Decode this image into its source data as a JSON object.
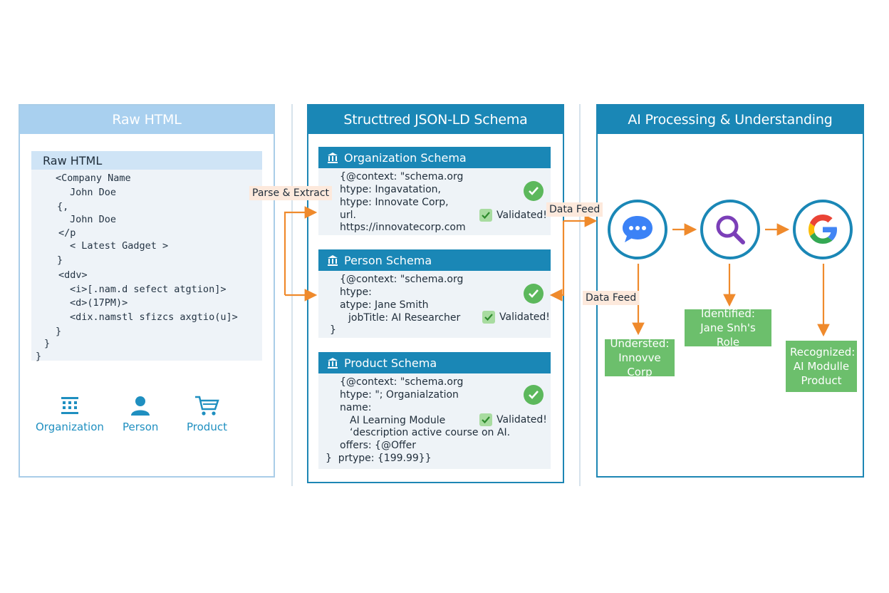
{
  "panels": {
    "raw": {
      "title": "Raw HTML"
    },
    "schema": {
      "title": "Structtred JSON-LD Schema"
    },
    "ai": {
      "title": "AI Processing & Understanding"
    }
  },
  "raw_code": {
    "title": "Raw HTML",
    "lines": [
      "<Company Name",
      "John Doe",
      "{,",
      "John Doe",
      "</p",
      "< Latest Gadget >",
      "}",
      "<ddv>",
      "<i>[.nam.d sefect atgtion]>",
      "<d>(17PM)>",
      "<dix.namstl sfizcs axgtio(u]>",
      "}",
      "}",
      "}"
    ]
  },
  "legend": [
    {
      "label": "Organization",
      "icon": "organization-icon"
    },
    {
      "label": "Person",
      "icon": "person-icon"
    },
    {
      "label": "Product",
      "icon": "cart-icon"
    }
  ],
  "cards": [
    {
      "title": "Organization Schema",
      "lines": [
        "{@context: \"schema.org",
        "htype: Ingavatation,",
        "htype: Innovate Corp,",
        "url.",
        "https://innovatecorp.com"
      ],
      "validated": "Validated!"
    },
    {
      "title": "Person Schema",
      "lines": [
        "{@context: \"schema.org",
        "htype:",
        "atype: Jane Smith",
        "jobTitle: AI Researcher",
        "}"
      ],
      "validated": "Validated!"
    },
    {
      "title": "Product Schema",
      "lines": [
        "{@context: \"schema.org",
        "htype: \"; Organialzation",
        "name:",
        "AI Learning Module",
        "‘description active course on AI.",
        "offers: {@Offer",
        "}  prtype: {199.99}}"
      ],
      "validated": "Validated!"
    }
  ],
  "flow_labels": {
    "parse": "Parse & Extract",
    "feed1": "Data Feed",
    "feed2": "Data Feed"
  },
  "ai_nodes": [
    {
      "icon": "chat-bubble-icon"
    },
    {
      "icon": "search-icon"
    },
    {
      "icon": "google-icon"
    }
  ],
  "results": [
    {
      "lines": [
        "Understed:",
        "Innovve Corp"
      ]
    },
    {
      "lines": [
        "Identified:",
        "Jane Snh's Role"
      ]
    },
    {
      "lines": [
        "Recognized:",
        "AI Modulle",
        "Product"
      ]
    }
  ],
  "colors": {
    "accent": "#1a87b6",
    "light_accent": "#a9d0ef",
    "arrow": "#ef8a2c",
    "success": "#5cb85c",
    "result_bg": "#6cbf6c"
  }
}
